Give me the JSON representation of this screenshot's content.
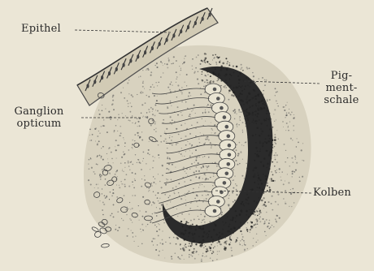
{
  "labels": {
    "epithel": "Epithel",
    "ganglion": "Ganglion",
    "opticum": "opticum",
    "pig": "Pig-",
    "ment": "ment-",
    "schale": "schale",
    "kolben": "Kolben"
  },
  "colors": {
    "paper": "#ebe6d6",
    "ink": "#2a2a2a",
    "pigment": "#2b2b2b"
  }
}
